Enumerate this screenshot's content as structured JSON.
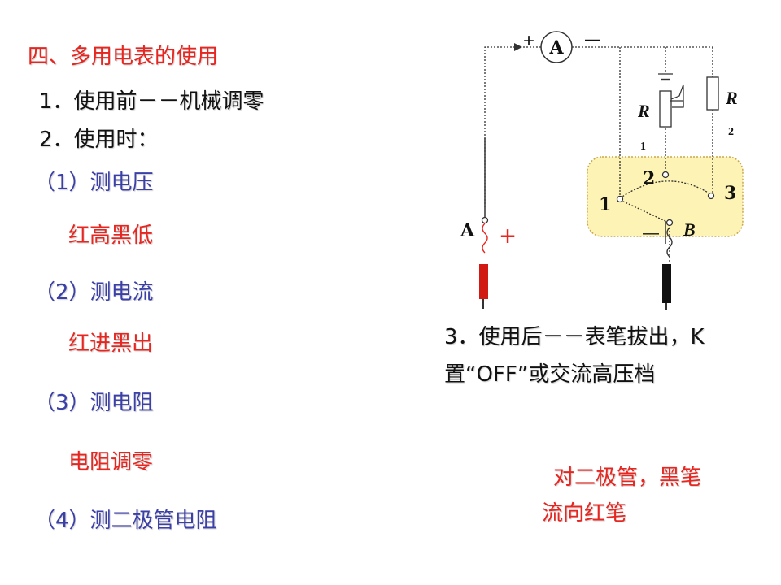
{
  "heading": "四、多用电表的使用",
  "steps": {
    "s1": "1．使用前－－机械调零",
    "s2": "2．使用时："
  },
  "items": [
    {
      "label": "（1）测电压",
      "note": "红高黑低"
    },
    {
      "label": "（2）测电流",
      "note": "红进黑出"
    },
    {
      "label": "（3）测电阻",
      "note": "电阻调零"
    },
    {
      "label": "（4）测二极管电阻"
    }
  ],
  "after_use": {
    "line1": "3．使用后－－表笔拔出，K",
    "line2": "置“OFF”或交流高压档"
  },
  "diode_note": {
    "line1": "对二极管，黑笔",
    "line2": "流向红笔"
  },
  "diagram": {
    "ammeter": "A",
    "plus_top": "+",
    "minus_top": "—",
    "r1_letter": "R",
    "r1_sub": "1",
    "r2_letter": "R",
    "r2_sub": "2",
    "pos1": "1",
    "pos2": "2",
    "pos3": "3",
    "b_label": "B",
    "b_minus": "—",
    "a_label": "A",
    "a_plus": "+"
  },
  "colors": {
    "red": "#e8251f",
    "blue": "#3b3fa8",
    "switch_fill": "#fdf3b4",
    "switch_border": "#c9a84a"
  }
}
